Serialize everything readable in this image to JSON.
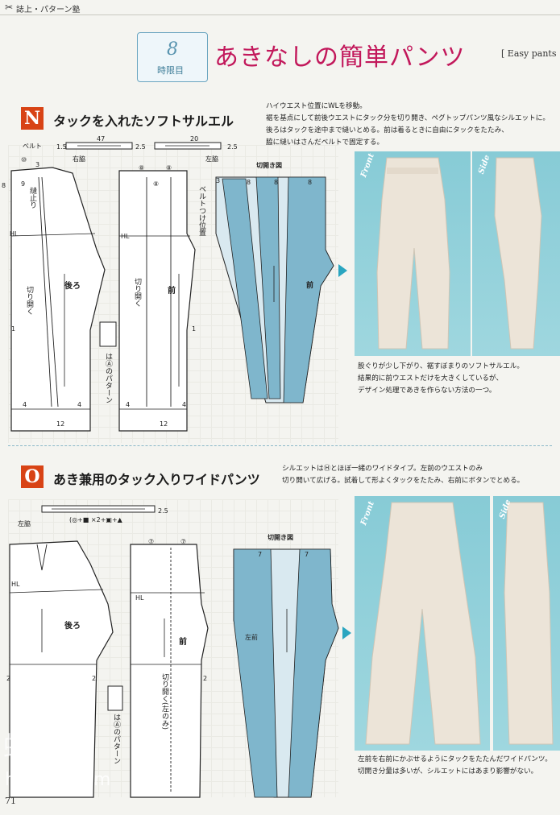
{
  "header": {
    "label": "誌上・パターン塾",
    "scissors_icon": "scissors-icon"
  },
  "badge": {
    "number": "8",
    "label": "時限目"
  },
  "title": "あきなしの簡単パンツ",
  "title_en": "[ Easy pants",
  "section_n": {
    "letter": "N",
    "title": "タックを入れたソフトサルエル",
    "desc": [
      "ハイウエスト位置にWLを移動。",
      "裾を基点にして前後ウエストにタック分を切り開き、ペグトップパンツ風なシルエットに。",
      "後ろはタックを途中まで縫いとめる。前は着るときに自由にタックをたたみ、",
      "脇に縫いはさんだベルトで固定する。"
    ],
    "caption": [
      "股ぐりが少し下がり、裾すぼまりのソフトサルエル。",
      "結果的に前ウエストだけを大きくしているが、",
      "デザイン処理であきを作らない方法の一つ。"
    ],
    "photo_front": "Front",
    "photo_side": "Side",
    "diagram": {
      "belt_label": "ベルト",
      "belt_num1": "1.5",
      "belt_num2": "47",
      "belt_num3": "2.5",
      "belt_right": "右脇",
      "belt_num4": "20",
      "belt_num5": "2.5",
      "belt_left": "左脇",
      "back_label": "後ろ",
      "front_label": "前",
      "hl": "HL",
      "n10": "⑩",
      "n8": "⑧",
      "n8b": "⑧",
      "n8c": "⑧",
      "n3": "3",
      "n9": "9",
      "n8l": "8",
      "n1": "1",
      "n1b": "1",
      "n4": "4",
      "n4b": "4",
      "n4c": "4",
      "n4d": "4",
      "n12": "12",
      "n12b": "12",
      "stitch": "縫止り",
      "open_back": "切り開く",
      "open_front": "切り開く",
      "belt_pos": "ベルトつけ位置",
      "pattern_note": "はⒶのパターン",
      "cut_title": "切開き図",
      "cut_3": "3",
      "cut_8a": "8",
      "cut_8b": "8",
      "cut_8c": "8",
      "cut_front": "前"
    }
  },
  "section_o": {
    "letter": "O",
    "title": "あき兼用のタック入りワイドパンツ",
    "desc": [
      "シルエットはⒽとほぼ一緒のワイドタイプ。左前のウエストのみ",
      "切り開いて広げる。試着して形よくタックをたたみ、右前にボタンでとめる。"
    ],
    "caption": [
      "左前を右前にかぶせるようにタックをたたんだワイドパンツ。",
      "切開き分量は多いが、シルエットにはあまり影響がない。"
    ],
    "photo_front": "Front",
    "photo_side": "Side",
    "diagram": {
      "left_side": "左脇",
      "formula": "(◎+■ ×2+▣+▲",
      "n25": "2.5",
      "back_label": "後ろ",
      "front_label": "前",
      "hl": "HL",
      "hl2": "HL",
      "n7a": "⑦",
      "n7b": "⑦",
      "n2a": "2",
      "n2b": "2",
      "n2c": "2",
      "open_left": "切り開く(左のみ)",
      "pattern_note": "はⒶのパターン",
      "cut_title": "切開き図",
      "cut_7a": "7",
      "cut_7b": "7",
      "cut_left_front": "左前"
    }
  },
  "footer": {
    "page_number": "71",
    "watermark": "蝴蝶",
    "watermark2": "hudie.com"
  },
  "colors": {
    "accent_pink": "#c2185b",
    "section_badge": "#d84315",
    "pattern_blue": "#7fb6cc",
    "photo_bg": "#87cbd6"
  }
}
